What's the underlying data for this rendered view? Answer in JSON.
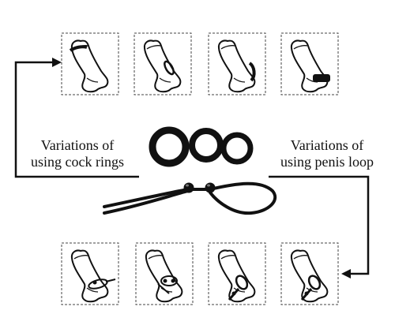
{
  "captions": {
    "left": [
      "Variations of",
      "using cock rings"
    ],
    "right": [
      "Variations of",
      "using penis loop"
    ]
  },
  "panels": {
    "top": [
      "ring-at-glans",
      "ring-at-mid-shaft",
      "ring-behind-glans",
      "ring-at-base"
    ],
    "bottom": [
      "loop-around-base-and-testicles",
      "loop-around-testicles",
      "loop-tightened-at-base",
      "loop-tightened-at-base-variant"
    ]
  },
  "colors": {
    "ink": "#111111",
    "frame": "#444444",
    "background": "#ffffff"
  }
}
